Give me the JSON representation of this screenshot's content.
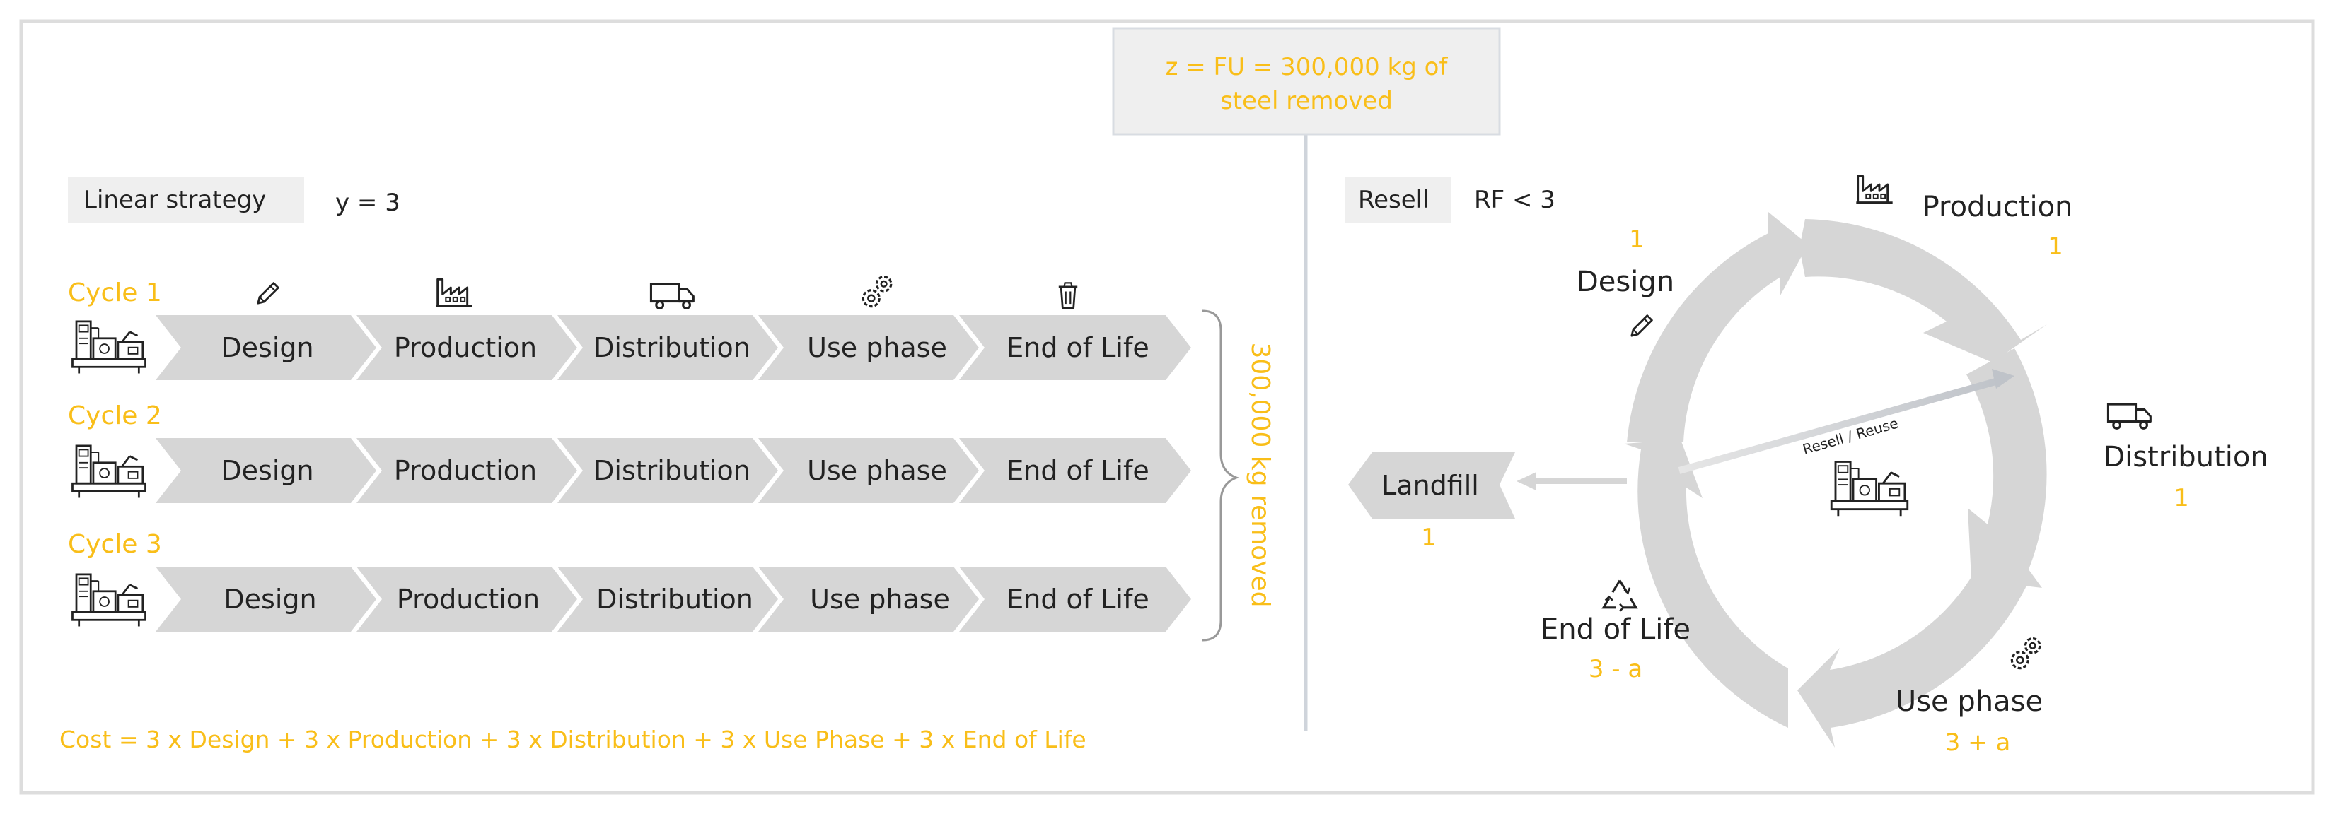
{
  "colors": {
    "accent": "#F9BE19",
    "chevron": "#D6D6D6",
    "label_box": "#EFEFEF",
    "frame": "#DDDDDD",
    "divider": "#CFD4DB",
    "text": "#222222"
  },
  "header": {
    "functional_unit_line1": "z = FU = 300,000 kg of",
    "functional_unit_line2": "steel removed"
  },
  "linear": {
    "strategy_label": "Linear strategy",
    "y_value": "y = 3",
    "stage_icons": [
      "pencil-icon",
      "factory-icon",
      "truck-icon",
      "gears-icon",
      "trash-icon"
    ],
    "cycles": [
      {
        "label": "Cycle 1",
        "stages": [
          "Design",
          "Production",
          "Distribution",
          "Use phase",
          "End of Life"
        ]
      },
      {
        "label": "Cycle 2",
        "stages": [
          "Design",
          "Production",
          "Distribution",
          "Use phase",
          "End of Life"
        ]
      },
      {
        "label": "Cycle 3",
        "stages": [
          "Design",
          "Production",
          "Distribution",
          "Use phase",
          "End of Life"
        ]
      }
    ],
    "brace_label": "300,000 kg removed",
    "cost_formula": "Cost = 3 x Design + 3 x Production + 3 x Distribution + 3 x Use Phase + 3 x End of Life"
  },
  "resell": {
    "strategy_label": "Resell",
    "rf_value": "RF < 3",
    "stages": {
      "design": {
        "label": "Design",
        "value": "1",
        "icon": "pencil-icon"
      },
      "production": {
        "label": "Production",
        "value": "1",
        "icon": "factory-icon"
      },
      "distribution": {
        "label": "Distribution",
        "value": "1",
        "icon": "truck-icon"
      },
      "use_phase": {
        "label": "Use phase",
        "value": "3 + a",
        "icon": "gears-icon"
      },
      "end_of_life": {
        "label": "End of Life",
        "value": "3 - a",
        "icon": "recycle-icon"
      }
    },
    "loop_label": "Resell / Reuse",
    "landfill": {
      "label": "Landfill",
      "value": "1"
    }
  }
}
